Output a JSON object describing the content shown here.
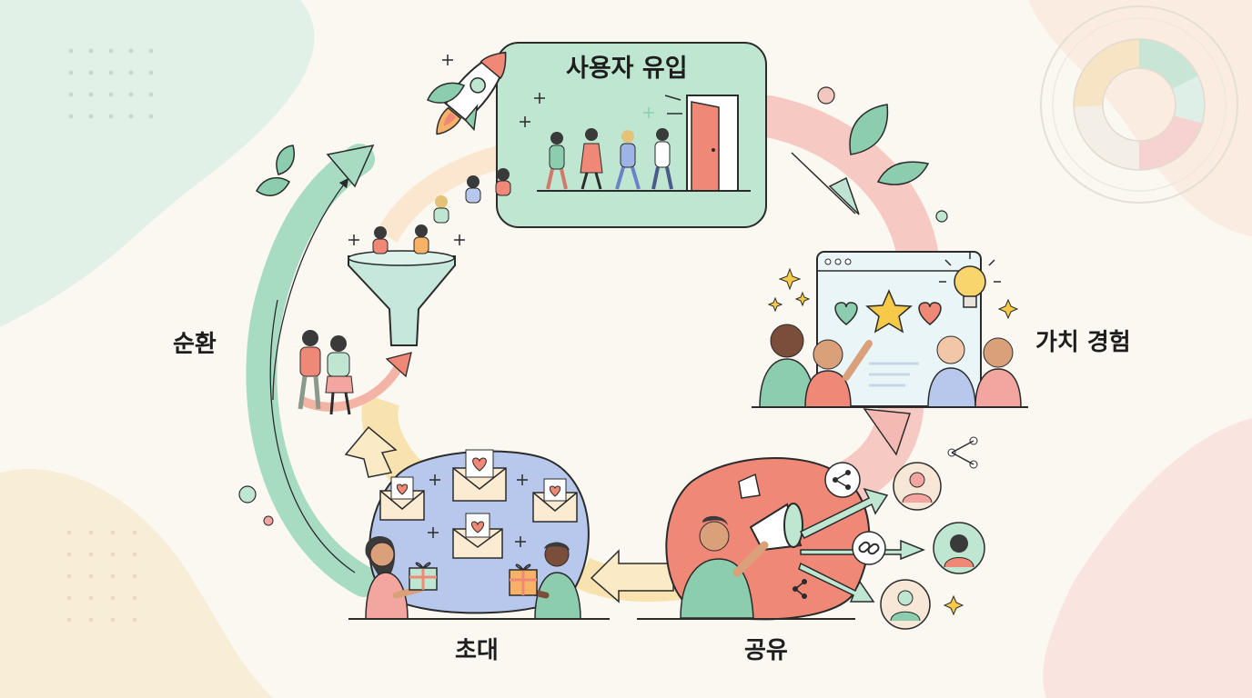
{
  "stages": {
    "acquisition": "사용자 유입",
    "value": "가치 경험",
    "share": "공유",
    "invite": "초대",
    "cycle": "순환"
  },
  "colors": {
    "mint": "#9ED8BD",
    "pink": "#F3A6A0",
    "coral": "#F08878",
    "blue": "#B8C8EC",
    "yellow": "#F7DE9E",
    "background": "#FBF8F2",
    "outline": "#2B2B2B"
  },
  "icons": [
    "rocket-icon",
    "funnel-icon",
    "door-icon",
    "browser-window-icon",
    "star-icon",
    "heart-icon",
    "lightbulb-icon",
    "megaphone-icon",
    "share-icon",
    "link-icon",
    "avatar-icon",
    "envelope-heart-icon",
    "gift-icon",
    "leaf-icon",
    "sparkle-icon",
    "donut-chart-icon"
  ]
}
